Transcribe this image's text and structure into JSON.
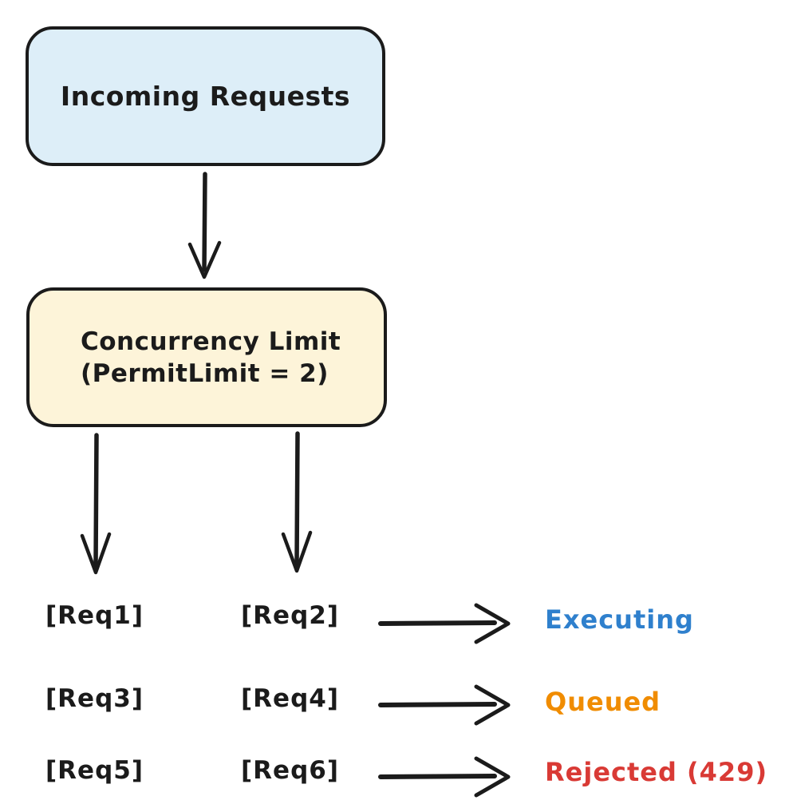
{
  "diagram": {
    "incoming_box": {
      "label": "Incoming Requests"
    },
    "limit_box": {
      "line1": "Concurrency Limit",
      "line2": "(PermitLimit = 2)"
    },
    "rows": [
      {
        "req_left": "[Req1]",
        "req_right": "[Req2]",
        "status": "Executing",
        "status_color": "#2f80cd"
      },
      {
        "req_left": "[Req3]",
        "req_right": "[Req4]",
        "status": "Queued",
        "status_color": "#f08c00"
      },
      {
        "req_left": "[Req5]",
        "req_right": "[Req6]",
        "status": "Rejected (429)",
        "status_color": "#d93a35"
      }
    ],
    "colors": {
      "incoming_box_fill": "#ddeef8",
      "limit_box_fill": "#fdf4d9",
      "stroke": "#1b1b1b"
    }
  }
}
